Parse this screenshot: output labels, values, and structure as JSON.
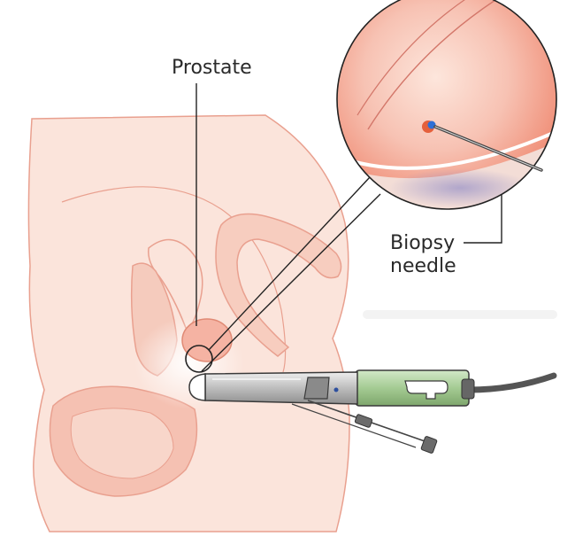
{
  "labels": {
    "prostate": "Prostate",
    "biopsy_line1": "Biopsy",
    "biopsy_line2": "needle"
  },
  "colors": {
    "tissue_light": "#fbe4db",
    "tissue_outline": "#e9a08f",
    "organ": "#f5b3a3",
    "organ_dark": "#ec8f7c",
    "probe_grey": "#c9c9c9",
    "probe_green": "#a9cf9a",
    "cable": "#555555",
    "lesion_blue": "#2d6fd6",
    "leader_line": "#222222"
  },
  "icons": {
    "tumor": "tumor-spot-icon",
    "needle": "needle-icon"
  }
}
